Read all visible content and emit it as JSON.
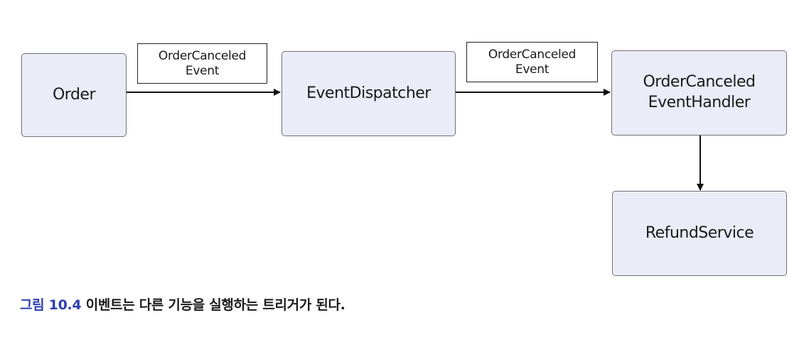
{
  "nodes": {
    "order": {
      "label": "Order"
    },
    "dispatcher": {
      "label": "EventDispatcher"
    },
    "handler": {
      "line1": "OrderCanceled",
      "line2": "EventHandler"
    },
    "refund": {
      "label": "RefundService"
    }
  },
  "edges": {
    "order_to_dispatcher": {
      "line1": "OrderCanceled",
      "line2": "Event"
    },
    "dispatcher_to_handler": {
      "line1": "OrderCanceled",
      "line2": "Event"
    }
  },
  "caption": {
    "figure": "그림 10.4",
    "text": "이벤트는 다른 기능을 실행하는 트리거가 된다."
  },
  "colors": {
    "node_fill": "#eaedf8",
    "node_border": "#6f6f78",
    "caption_figure": "#2b3fb0"
  }
}
